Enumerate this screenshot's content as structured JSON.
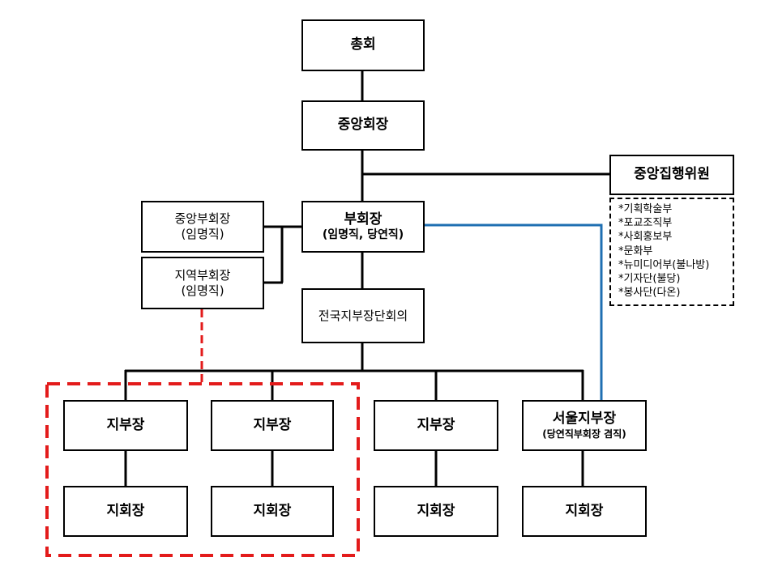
{
  "org_chart": {
    "general_assembly": "총회",
    "president": "중앙회장",
    "executive_committee": "중앙집행위원",
    "departments": [
      "*기획학술부",
      "*포교조직부",
      "*사회홍보부",
      "*문화부",
      "*뉴미디어부(불나방)",
      "*기자단(불당)",
      "*봉사단(다온)"
    ],
    "vice_president": {
      "title": "부회장",
      "note": "(임명직, 당연직)"
    },
    "central_vice_president": {
      "title": "중앙부회장",
      "note": "(임명직)"
    },
    "regional_vice_president": {
      "title": "지역부회장",
      "note": "(임명직)"
    },
    "branch_council": "전국지부장단회의",
    "branches": [
      {
        "head": "지부장",
        "chapter": "지회장"
      },
      {
        "head": "지부장",
        "chapter": "지회장"
      },
      {
        "head": "지부장",
        "chapter": "지회장"
      },
      {
        "head": "서울지부장",
        "note": "(당연직부회장 겸직)",
        "chapter": "지회장"
      }
    ]
  },
  "colors": {
    "line": "#000000",
    "ex_officio_link": "#1f6fb2",
    "regional_group_outline": "#e31b1b"
  }
}
